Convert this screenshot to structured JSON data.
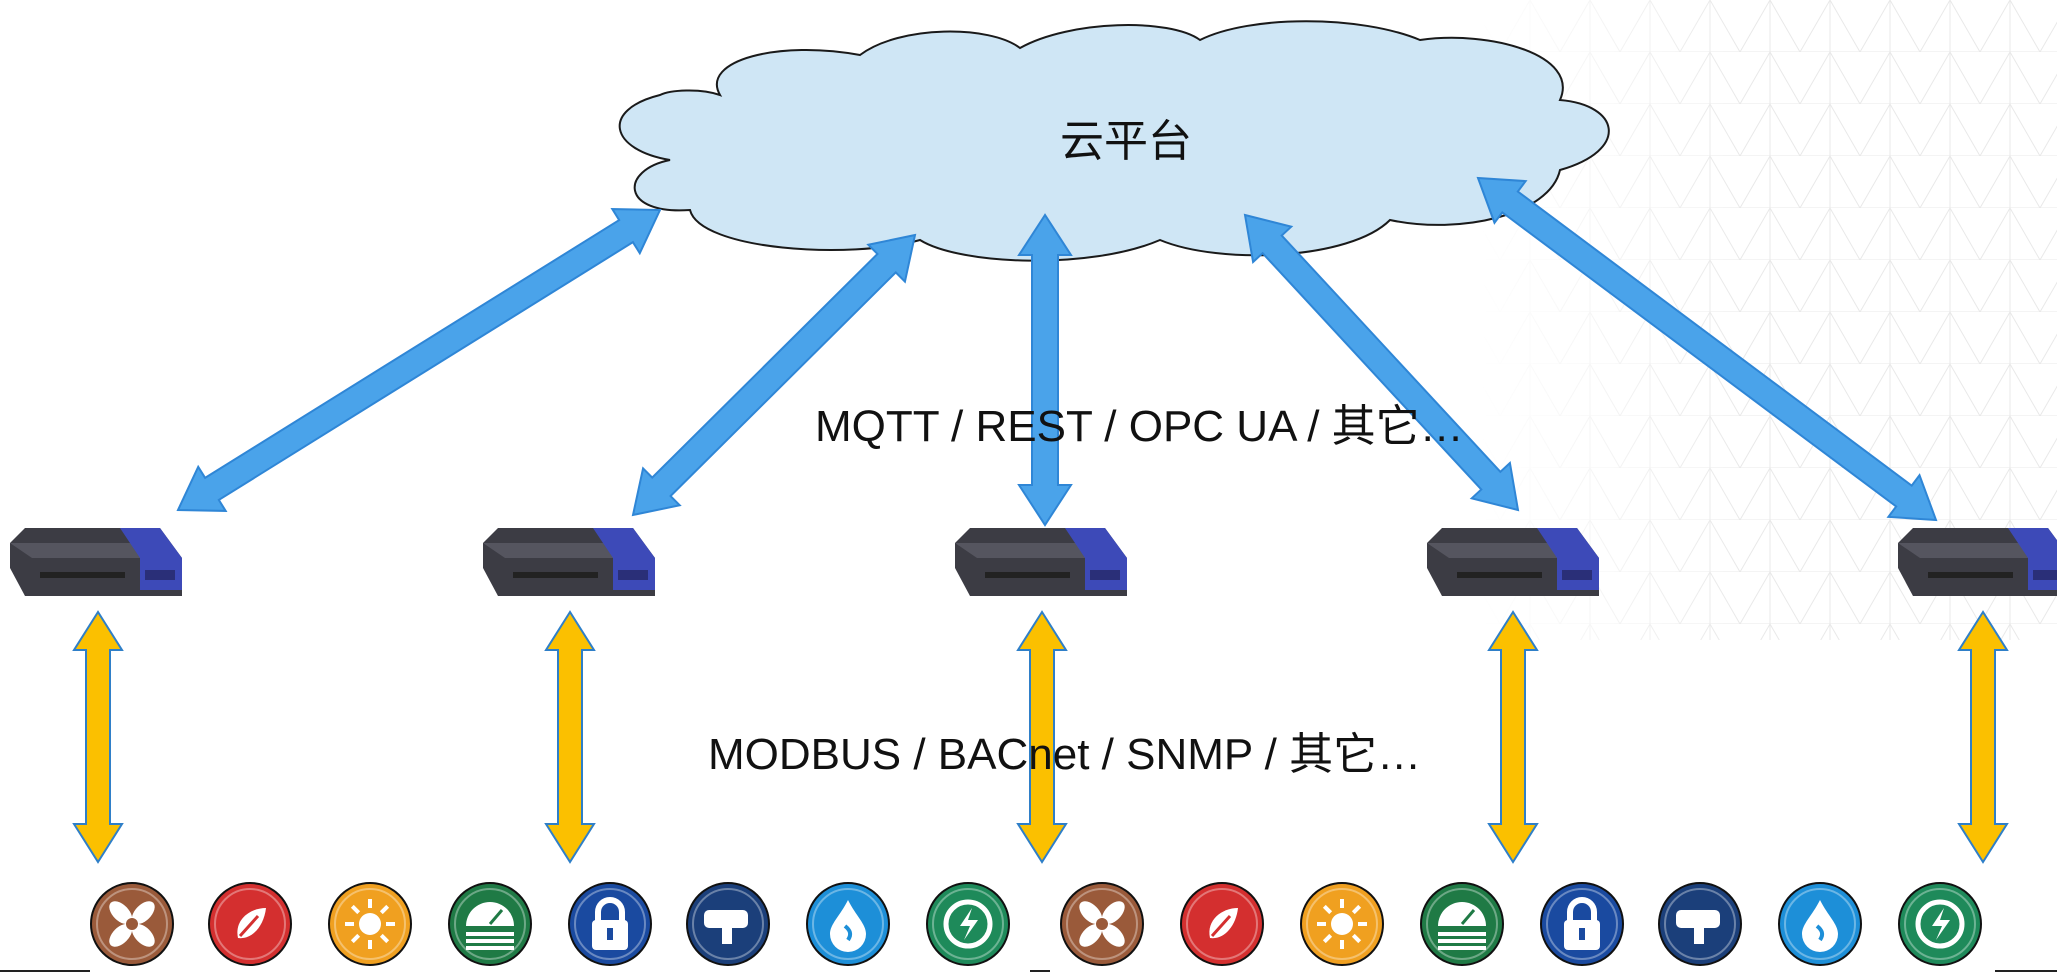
{
  "cloud": {
    "label": "云平台"
  },
  "upper_protocols": {
    "label": "MQTT / REST / OPC UA / 其它…"
  },
  "lower_protocols": {
    "label": "MODBUS / BACnet / SNMP / 其它…"
  },
  "gateways": [
    "gateway-1",
    "gateway-2",
    "gateway-3",
    "gateway-4",
    "gateway-5"
  ],
  "device_icons": [
    {
      "icon": "fan-icon",
      "color": "#9a5a3a"
    },
    {
      "icon": "leaf-icon",
      "color": "#d42f2f"
    },
    {
      "icon": "sun-icon",
      "color": "#f0a020"
    },
    {
      "icon": "meter-icon",
      "color": "#1f7a45"
    },
    {
      "icon": "lock-icon",
      "color": "#1a4aa0"
    },
    {
      "icon": "camera-icon",
      "color": "#1b3f7a"
    },
    {
      "icon": "water-drop-icon",
      "color": "#1d8fd8"
    },
    {
      "icon": "power-icon",
      "color": "#1e8a5a"
    },
    {
      "icon": "fan-icon",
      "color": "#9a5a3a"
    },
    {
      "icon": "leaf-icon",
      "color": "#d42f2f"
    },
    {
      "icon": "sun-icon",
      "color": "#f0a020"
    },
    {
      "icon": "meter-icon",
      "color": "#1f7a45"
    },
    {
      "icon": "lock-icon",
      "color": "#1a4aa0"
    },
    {
      "icon": "camera-icon",
      "color": "#1b3f7a"
    },
    {
      "icon": "water-drop-icon",
      "color": "#1d8fd8"
    },
    {
      "icon": "power-icon",
      "color": "#1e8a5a"
    }
  ],
  "colors": {
    "cloud_fill": "#cfe6f5",
    "upper_arrow": "#4aa3ea",
    "lower_arrow": "#fbc000",
    "gateway_body": "#3c3c44",
    "gateway_accent": "#3d4ab8"
  }
}
